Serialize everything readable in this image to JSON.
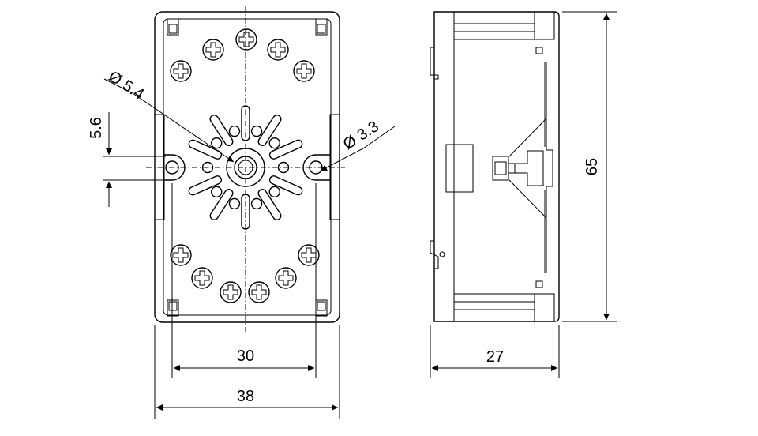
{
  "dimensions": {
    "inner_width": "30",
    "outer_width": "38",
    "depth": "27",
    "height": "65",
    "offset": "5.6",
    "center_hole": "Ø 5.4",
    "mount_hole": "Ø 3.3"
  }
}
